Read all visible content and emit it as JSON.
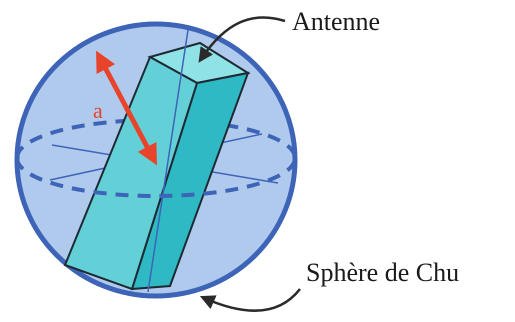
{
  "labels": {
    "antenna": "Antenne",
    "sphere": "Sphère de Chu",
    "radius": "a"
  },
  "colors": {
    "sphere_fill": "#a9c6ec",
    "sphere_stroke": "#3e64b8",
    "antenna_front": "#63d0d8",
    "antenna_side": "#2fb9c4",
    "antenna_top": "#8fe2e6",
    "radius_arrow": "#e8432b",
    "callout": "#2a2a2a"
  }
}
